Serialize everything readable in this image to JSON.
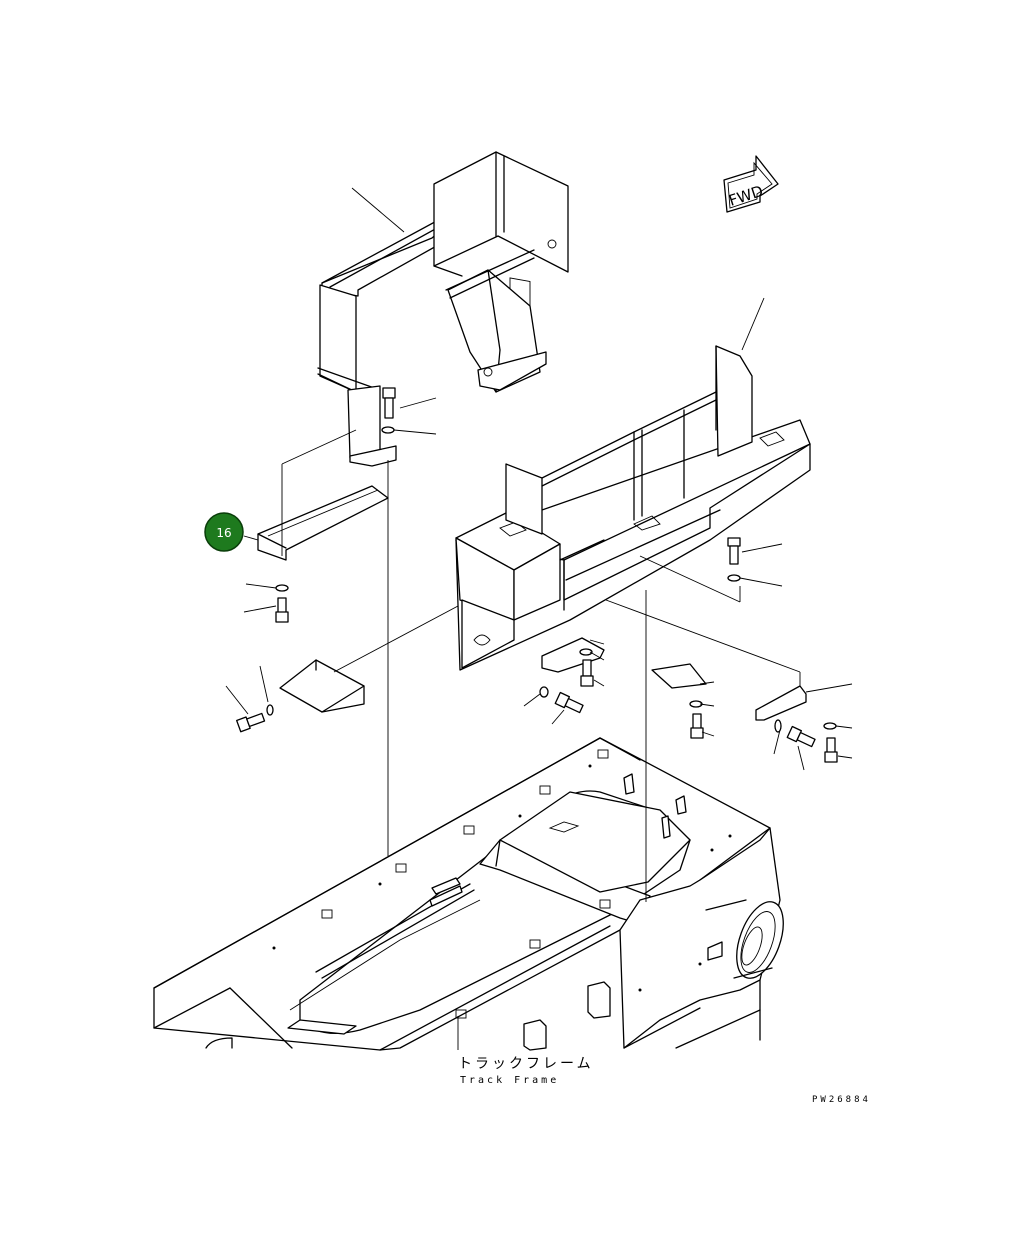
{
  "callouts": [
    {
      "id": "16",
      "label": "16",
      "color": "#1e7a1e",
      "border": "#0a3d0a"
    }
  ],
  "direction_marker": {
    "label": "FWD"
  },
  "part_label": {
    "japanese": "トラックフレーム",
    "english": "Track Frame"
  },
  "drawing_code": "PW26884"
}
